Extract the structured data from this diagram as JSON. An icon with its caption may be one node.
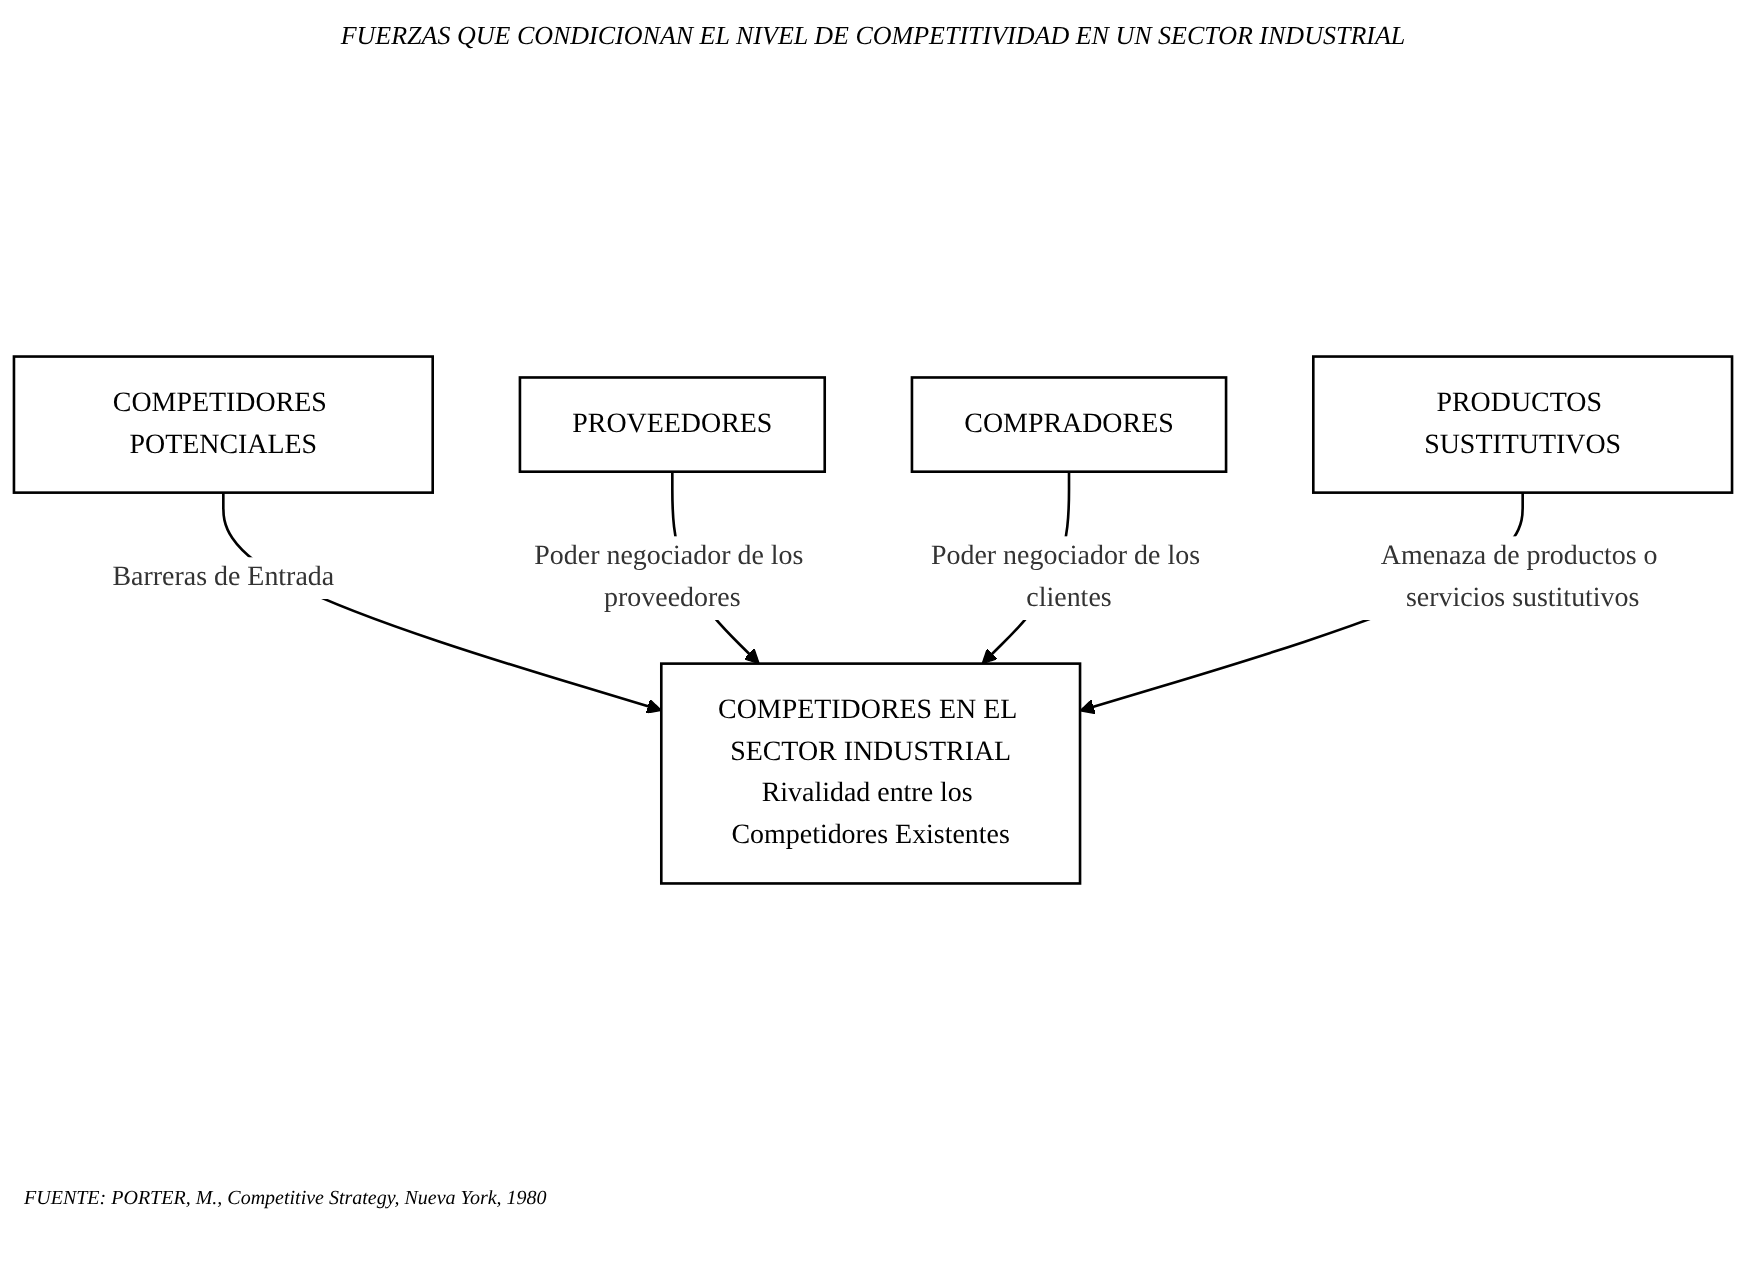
{
  "diagram": {
    "title": "FUERZAS QUE CONDICIONAN EL NIVEL DE COMPETITIVIDAD EN UN SECTOR INDUSTRIAL",
    "caption": "FUENTE: PORTER, M., Competitive Strategy, Nueva York, 1980",
    "nodes": [
      {
        "text": [
          "COMPETIDORES POTENCIALES"
        ]
      },
      {
        "text": [
          "PROVEEDORES"
        ]
      },
      {
        "text": [
          "COMPETIDORES EN EL SECTOR INDUSTRIAL",
          "Rivalidad entre los Competidores Existentes"
        ]
      },
      {
        "text": [
          "COMPRADORES"
        ]
      },
      {
        "text": [
          "PRODUCTOS SUSTITUTIVOS"
        ]
      }
    ],
    "edges": [
      {
        "from": 0,
        "to": 2,
        "arrow": "to",
        "label": "Barreras de Entrada"
      },
      {
        "from": 1,
        "to": 2,
        "arrow": "to",
        "label": "Poder negociador de los proveedores"
      },
      {
        "from": 3,
        "to": 2,
        "arrow": "to",
        "label": "Poder negociador de los clientes"
      },
      {
        "from": 4,
        "to": 2,
        "arrow": "to",
        "label": "Amenaza de productos o servicios sustitutivos"
      }
    ]
  }
}
